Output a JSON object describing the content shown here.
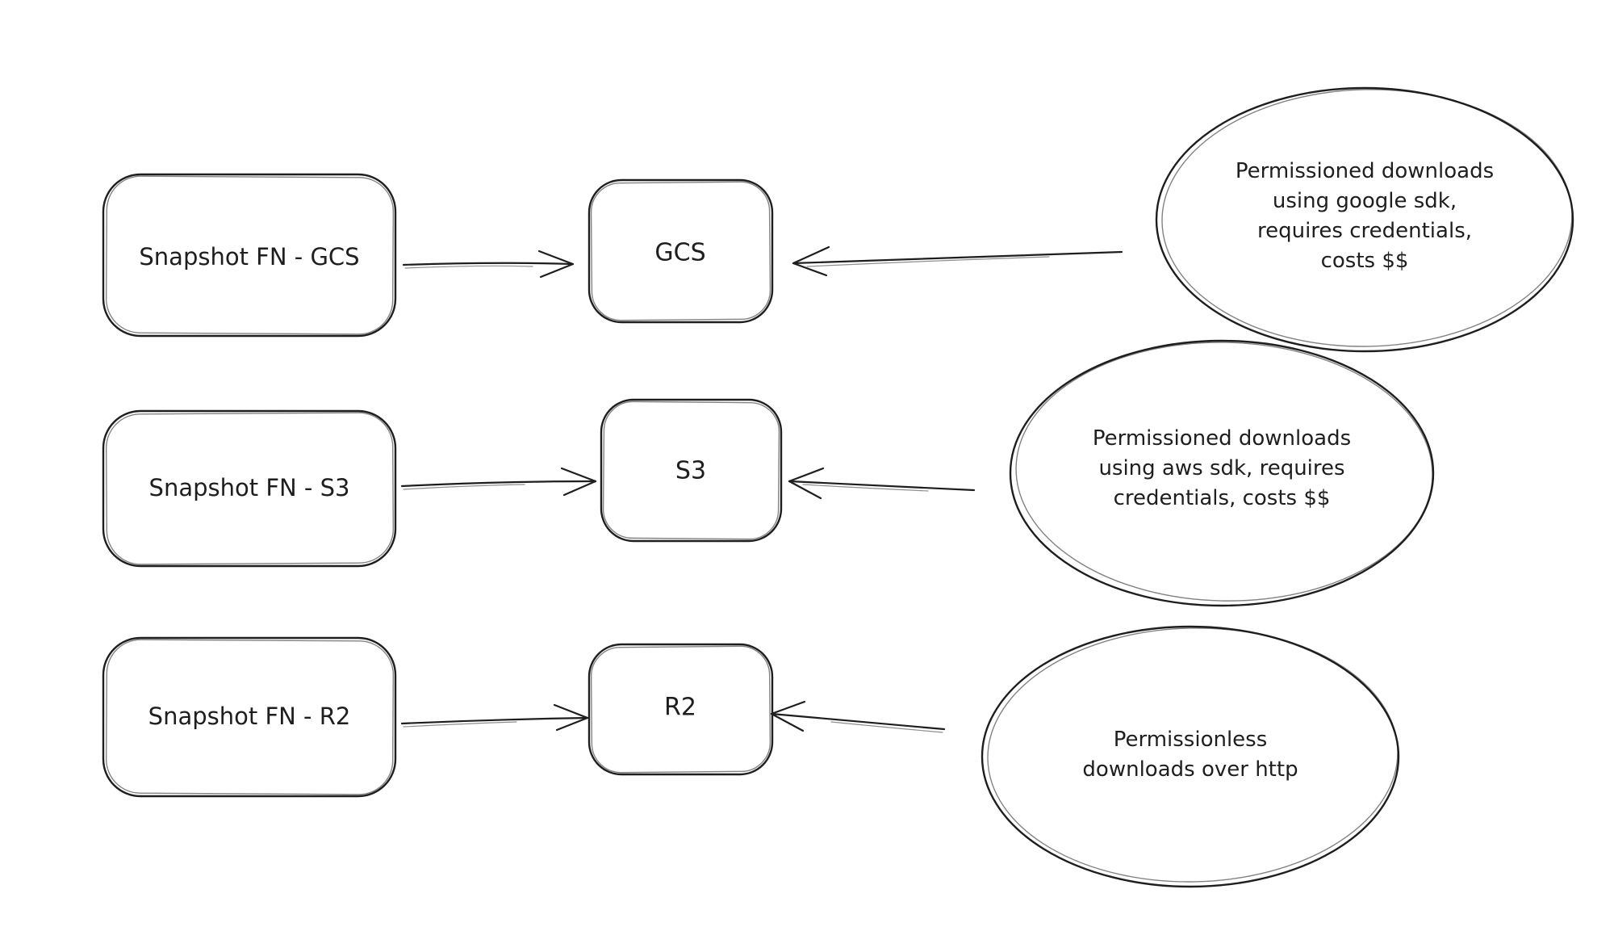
{
  "canvas": {
    "background_color": "#ffffff",
    "stroke_color": "#1e1e1e"
  },
  "diagram": {
    "rows": [
      {
        "source": {
          "label": "Snapshot FN - GCS"
        },
        "target": {
          "label": "GCS"
        },
        "note": {
          "lines": [
            "Permissioned downloads",
            "using google sdk,",
            "requires credentials,",
            "costs $$"
          ]
        }
      },
      {
        "source": {
          "label": "Snapshot FN - S3"
        },
        "target": {
          "label": "S3"
        },
        "note": {
          "lines": [
            "Permissioned downloads",
            "using aws sdk, requires",
            "credentials, costs $$"
          ]
        }
      },
      {
        "source": {
          "label": "Snapshot FN - R2"
        },
        "target": {
          "label": "R2"
        },
        "note": {
          "lines": [
            "Permissionless",
            "downloads over http"
          ]
        }
      }
    ]
  }
}
